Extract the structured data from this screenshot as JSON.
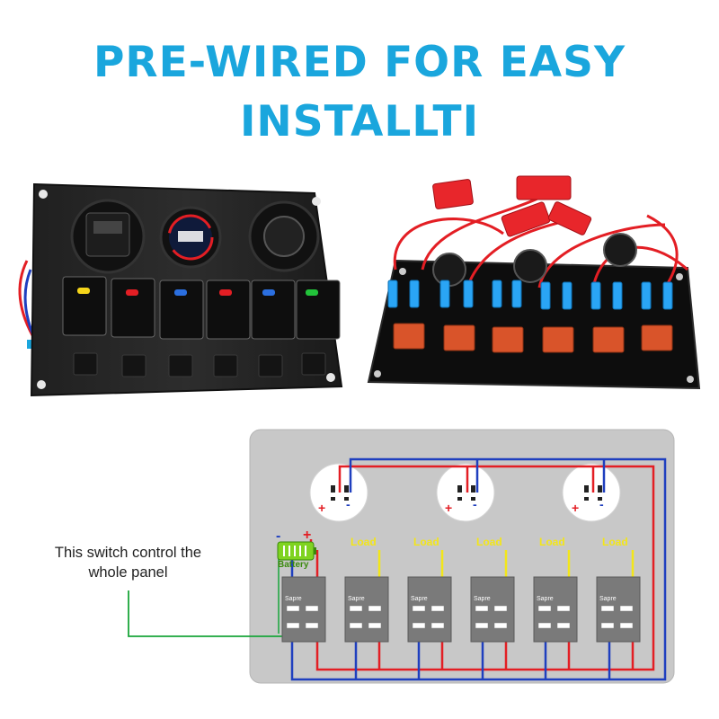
{
  "title": {
    "line1": "PRE-WIRED FOR EASY",
    "line2": "INSTALLTI"
  },
  "note": {
    "line1": "This switch control the",
    "line2": "whole panel"
  },
  "battery": {
    "label": "Battery",
    "minus": "-",
    "plus": "+"
  },
  "load_label": "Load",
  "switch_label": "Sapre",
  "socket_terminals": {
    "minus": "-",
    "plus": "+"
  },
  "colors": {
    "title": "#1aa6dd",
    "positive_wire": "#e31e24",
    "negative_wire": "#1f3fbf",
    "load_wire": "#f3e619",
    "battery": "#7fd321",
    "indicator_wire": "#19a53a",
    "board": "#c8c8c8",
    "panel": "#1b1b1b"
  },
  "indicators": [
    "yellow",
    "red",
    "blue",
    "red",
    "blue",
    "green"
  ],
  "icons": [
    "usb-voltmeter-socket-icon",
    "digital-voltmeter-icon",
    "cigarette-socket-icon",
    "rocker-switch-icon",
    "blade-fuse-holder-icon"
  ]
}
